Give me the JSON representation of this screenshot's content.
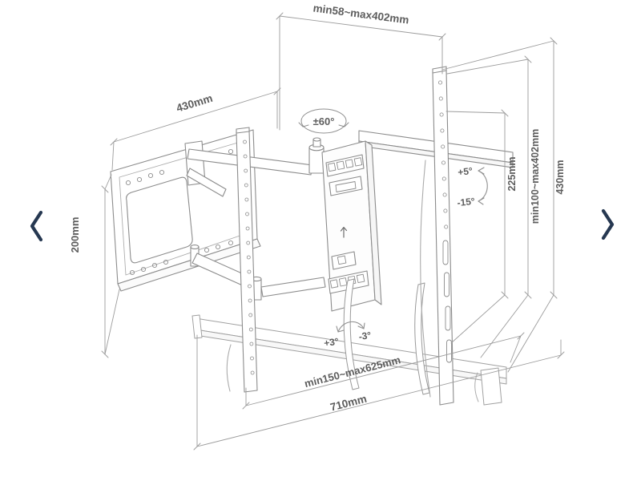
{
  "window": {
    "background": "#ffffff"
  },
  "nav": {
    "prev_icon": "chevron-left",
    "next_icon": "chevron-right",
    "icon_color": "#263851"
  },
  "diagram": {
    "title": "articulating TV wall mount dimensional drawing",
    "line_color": "#8c8c8c",
    "dim_line_color": "#9c9c9c",
    "text_color": "#5d5d5d",
    "labels": {
      "top_span": "min58~max402mm",
      "wall_plate_width": "430mm",
      "wall_plate_height": "200mm",
      "inner_height": "225mm",
      "vesa_height_range": "min100~max402mm",
      "rail_height": "430mm",
      "rail_span_range": "min150~max625mm",
      "overall_width": "710mm",
      "swivel_range": "±60°",
      "tilt_up": "+5°",
      "tilt_down": "-15°",
      "roll_plus": "+3°",
      "roll_minus": "-3°"
    }
  }
}
